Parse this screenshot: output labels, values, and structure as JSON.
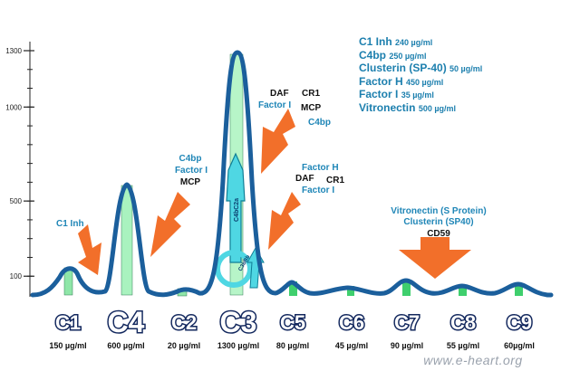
{
  "y_axis": {
    "ticks": [
      {
        "value": 100,
        "label": "100"
      },
      {
        "value": 500,
        "label": "500"
      },
      {
        "value": 1000,
        "label": "1000"
      },
      {
        "value": 1300,
        "label": "1300"
      }
    ]
  },
  "components": [
    {
      "name": "C1",
      "conc": "150 µg/ml"
    },
    {
      "name": "C4",
      "conc": "600 µg/ml"
    },
    {
      "name": "C2",
      "conc": "20 µg/ml"
    },
    {
      "name": "C3",
      "conc": "1300 µg/ml"
    },
    {
      "name": "C5",
      "conc": "80 µg/ml"
    },
    {
      "name": "C6",
      "conc": "45 µg/ml"
    },
    {
      "name": "C7",
      "conc": "90 µg/ml"
    },
    {
      "name": "C8",
      "conc": "55 µg/ml"
    },
    {
      "name": "C9",
      "conc": "60µg/ml"
    }
  ],
  "legend": [
    {
      "name": "C1 Inh",
      "amount": "240 µg/ml"
    },
    {
      "name": "C4bp",
      "amount": "250 µg/ml"
    },
    {
      "name": "Clusterin (SP-40)",
      "amount": "50 µg/ml"
    },
    {
      "name": "Factor H",
      "amount": "450 µg/ml"
    },
    {
      "name": "Factor I",
      "amount": "35 µg/ml"
    },
    {
      "name": "Vitronectin",
      "amount": "500 µg/ml"
    }
  ],
  "annotations": {
    "c1": {
      "line1": "C1 Inh"
    },
    "c4": {
      "line1": "C4bp",
      "line2": "Factor I",
      "line3": "MCP"
    },
    "c3_top": {
      "daf": "DAF",
      "cr1": "CR1",
      "factor_i": "Factor I",
      "mcp": "MCP",
      "c4bp": "C4bp"
    },
    "c3_right": {
      "factor_h": "Factor H",
      "daf": "DAF",
      "cr1": "CR1",
      "factor_i": "Factor I"
    },
    "terminal": {
      "line1": "Vitronectin (S Protein)",
      "line2": "Clusterin (SP40)",
      "line3": "CD59"
    }
  },
  "inner_labels": {
    "c4bc2a": "C4bC2a",
    "c3b": "C3bBb"
  },
  "watermark": "www.e-heart.org",
  "colors": {
    "curve": "#1b5f9c",
    "peak_fill": "#8fe6a8",
    "arrow": "#f26f2a",
    "teal": "#2bb3c7"
  }
}
